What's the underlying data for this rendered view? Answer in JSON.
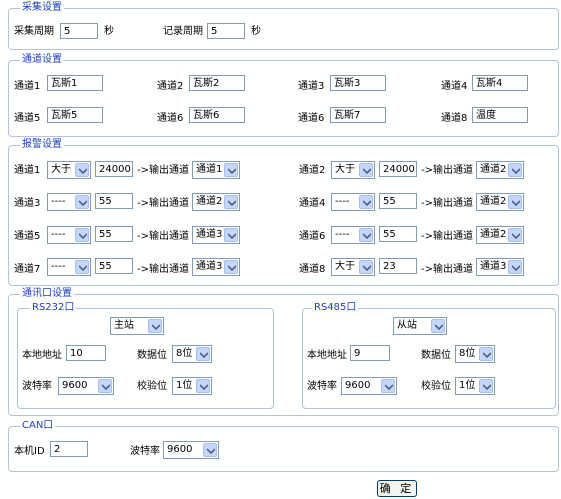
{
  "acquisition": {
    "legend": "采集设置",
    "period_label": "采集周期",
    "period_value": "5",
    "period_unit": "秒",
    "record_label": "记录周期",
    "record_value": "5",
    "record_unit": "秒"
  },
  "channels": {
    "legend": "通道设置",
    "items": [
      {
        "label": "通道1",
        "value": "瓦斯1"
      },
      {
        "label": "通道2",
        "value": "瓦斯2"
      },
      {
        "label": "通道3",
        "value": "瓦斯3"
      },
      {
        "label": "通道4",
        "value": "瓦斯4"
      },
      {
        "label": "通道5",
        "value": "瓦斯5"
      },
      {
        "label": "通道6",
        "value": "瓦斯6"
      },
      {
        "label": "通道6",
        "value": "瓦斯7"
      },
      {
        "label": "通道8",
        "value": "温度"
      }
    ]
  },
  "alarms": {
    "legend": "报警设置",
    "output_label": "->输出通道",
    "items": [
      {
        "label": "通道1",
        "condition": "大于",
        "value": "24000",
        "output": "通道1"
      },
      {
        "label": "通道2",
        "condition": "大于",
        "value": "24000",
        "output": "通道2"
      },
      {
        "label": "通道3",
        "condition": "----",
        "value": "55",
        "output": "通道2"
      },
      {
        "label": "通道4",
        "condition": "----",
        "value": "55",
        "output": "通道2"
      },
      {
        "label": "通道5",
        "condition": "----",
        "value": "55",
        "output": "通道3"
      },
      {
        "label": "通道6",
        "condition": "----",
        "value": "55",
        "output": "通道2"
      },
      {
        "label": "通道7",
        "condition": "----",
        "value": "55",
        "output": "通道3"
      },
      {
        "label": "通道8",
        "condition": "大于",
        "value": "23",
        "output": "通道3"
      }
    ]
  },
  "comm": {
    "legend": "通讯口设置",
    "ports": [
      {
        "legend": "RS232口",
        "mode": "主站",
        "address_label": "本地地址",
        "address": "10",
        "databits_label": "数据位",
        "databits": "8位",
        "baud_label": "波特率",
        "baud": "9600",
        "parity_label": "校验位",
        "parity": "1位"
      },
      {
        "legend": "RS485口",
        "mode": "从站",
        "address_label": "本地地址",
        "address": "9",
        "databits_label": "数据位",
        "databits": "8位",
        "baud_label": "波特率",
        "baud": "9600",
        "parity_label": "校验位",
        "parity": "1位"
      }
    ]
  },
  "can": {
    "legend": "CAN口",
    "id_label": "本机ID",
    "id_value": "2",
    "baud_label": "波特率",
    "baud_value": "9600"
  },
  "confirm_label": "确 定"
}
